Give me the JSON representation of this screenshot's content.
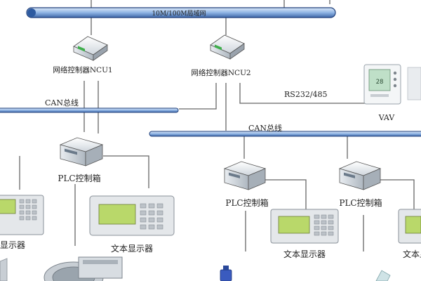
{
  "network": {
    "lan_label": "10M/100M局域网",
    "can_bus_label_1": "CAN总线",
    "can_bus_label_2": "CAN总线",
    "rs_label": "RS232/485"
  },
  "nodes": {
    "ncu1": "网络控制器NCU1",
    "ncu2": "网络控制器NCU2",
    "vav": "VAV",
    "plc1": "PLC控制箱",
    "plc2": "PLC控制箱",
    "plc3": "PLC控制箱"
  },
  "displays": {
    "d0": "显示器",
    "d1": "文本显示器",
    "d2": "文本显示器",
    "d3": "文本显示"
  },
  "colors": {
    "bus_fill": "#a9c7ea",
    "bus_stroke": "#1f3f7a",
    "wire": "#666666",
    "screen": "#b9d86a",
    "keypad": "#d0d4d8"
  }
}
